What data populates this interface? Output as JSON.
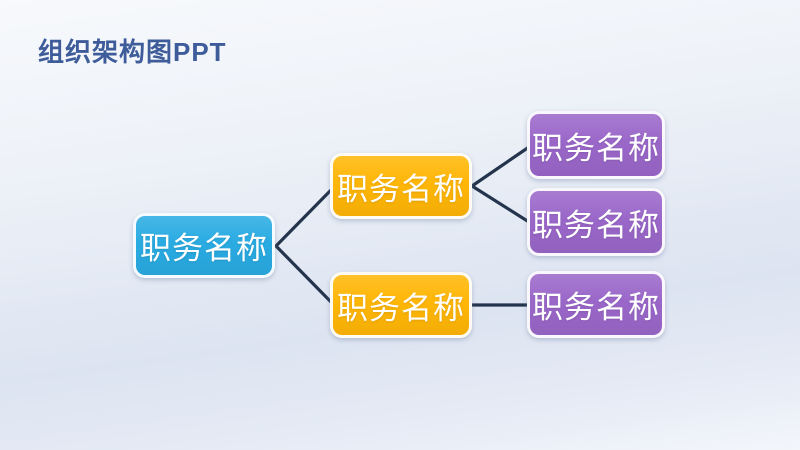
{
  "slide": {
    "title": "组织架构图PPT"
  },
  "diagram": {
    "type": "org-chart",
    "connector_color": "#24344d",
    "nodes": [
      {
        "id": "root",
        "level": 1,
        "label": "职务名称",
        "color": "#29abe2"
      },
      {
        "id": "l2-top",
        "level": 2,
        "label": "职务名称",
        "color": "#ffb606"
      },
      {
        "id": "l2-bottom",
        "level": 2,
        "label": "职务名称",
        "color": "#ffb606"
      },
      {
        "id": "l3-top",
        "level": 3,
        "label": "职务名称",
        "color": "#9a67c9"
      },
      {
        "id": "l3-middle",
        "level": 3,
        "label": "职务名称",
        "color": "#9a67c9"
      },
      {
        "id": "l3-bottom",
        "level": 3,
        "label": "职务名称",
        "color": "#9a67c9"
      }
    ],
    "edges": [
      {
        "from": "root",
        "to": "l2-top"
      },
      {
        "from": "root",
        "to": "l2-bottom"
      },
      {
        "from": "l2-top",
        "to": "l3-top"
      },
      {
        "from": "l2-top",
        "to": "l3-middle"
      },
      {
        "from": "l2-bottom",
        "to": "l3-bottom"
      }
    ]
  },
  "colors": {
    "title_text": "#3e5c9a",
    "node_text": "#ffffff",
    "node_border": "#ffffff",
    "background_top": "#f7f9fc",
    "background_middle": "#dde4f1",
    "background_bottom": "#f3f6fb"
  }
}
